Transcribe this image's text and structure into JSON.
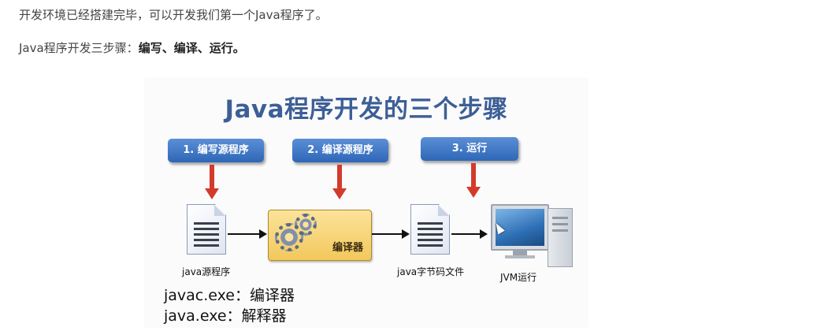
{
  "text": {
    "line1": "开发环境已经搭建完毕，可以开发我们第一个Java程序了。",
    "line2_prefix": "Java程序开发三步骤：",
    "line2_bold": "编写、编译、运行。"
  },
  "figure": {
    "title": "Java程序开发的三个步骤",
    "steps": [
      "1. 编写源程序",
      "2. 编译源程序",
      "3. 运行"
    ],
    "compiler_label": "编译器",
    "captions": [
      "java源程序",
      "java字节码文件",
      "JVM运行"
    ],
    "commands": [
      "javac.exe：编译器",
      "java.exe：解释器"
    ],
    "colors": {
      "title": "#3d5f97",
      "step_button": "#2e67b8",
      "arrow": "#d33a2c",
      "compiler_box": "#f3c85c"
    },
    "icons": [
      "document-icon",
      "gears-icon",
      "document-icon",
      "computer-icon"
    ]
  }
}
